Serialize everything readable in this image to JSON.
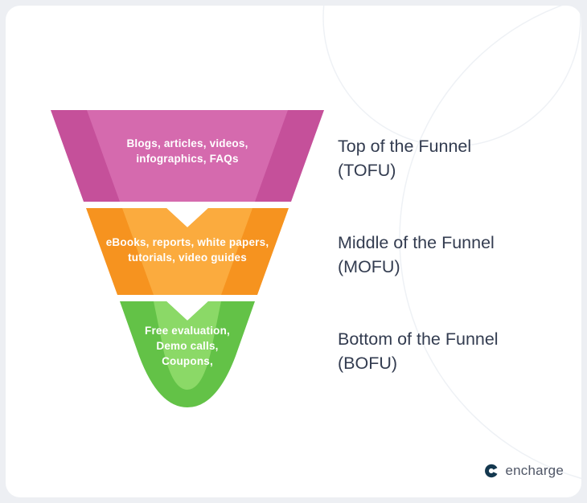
{
  "background": {
    "page_bg": "#edeff3",
    "card_bg": "#ffffff",
    "deco_stroke": "#eef1f5"
  },
  "funnel": {
    "stages": [
      {
        "name": "tofu",
        "content_lines": [
          "Blogs, articles, videos,",
          "infographics, FAQs"
        ],
        "label_lines": [
          "Top of the Funnel",
          "(TOFU)"
        ],
        "color_dark": "#c5509a",
        "color_light": "#d56aae"
      },
      {
        "name": "mofu",
        "content_lines": [
          "eBooks, reports, white papers,",
          "tutorials, video guides"
        ],
        "label_lines": [
          "Middle of the Funnel",
          "(MOFU)"
        ],
        "color_dark": "#f6931f",
        "color_light": "#fbab3e"
      },
      {
        "name": "bofu",
        "content_lines": [
          "Free evaluation,",
          "Demo calls,",
          "Coupons,"
        ],
        "label_lines": [
          "Bottom of the Funnel",
          "(BOFU)"
        ],
        "color_dark": "#63c247",
        "color_light": "#8bd967"
      }
    ]
  },
  "logo": {
    "text": "encharge",
    "text_color": "#4f5666",
    "icon_color": "#14384f"
  }
}
